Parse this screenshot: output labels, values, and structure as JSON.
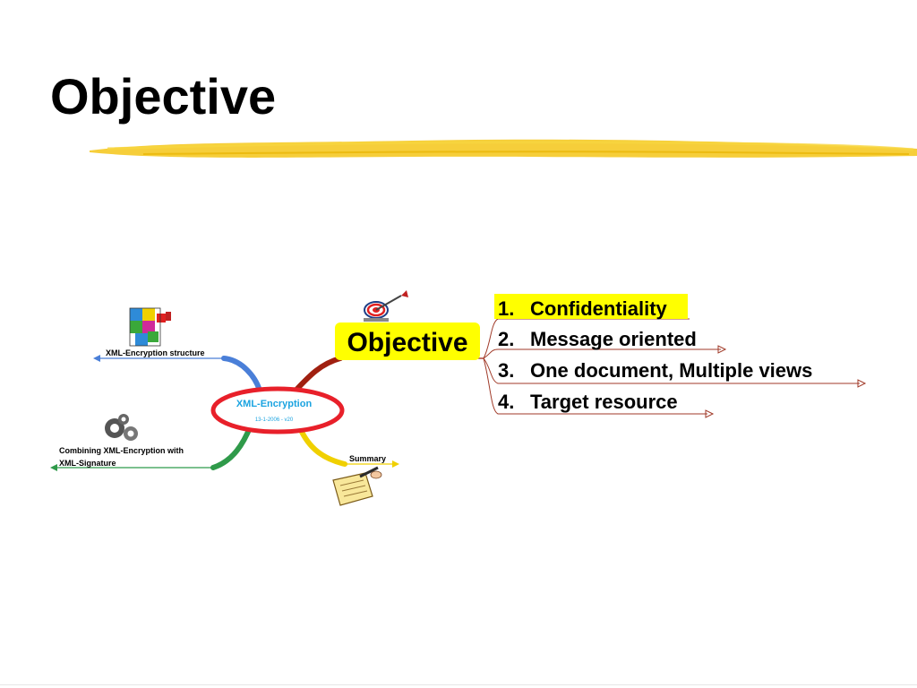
{
  "slide": {
    "title": "Objective"
  },
  "mindmap": {
    "center": {
      "title": "XML-Encryption",
      "subtitle": "13-1-2006 - v20"
    },
    "branches": {
      "structure": "XML-Encryption structure",
      "combining_line1": "Combining XML-Encryption with",
      "combining_line2": "XML-Signature",
      "summary": "Summary",
      "objective": "Objective"
    },
    "objectives": [
      {
        "num": "1.",
        "label": "Confidentiality",
        "highlighted": true
      },
      {
        "num": "2.",
        "label": "Message oriented",
        "highlighted": false
      },
      {
        "num": "3.",
        "label": "One document, Multiple views",
        "highlighted": false
      },
      {
        "num": "4.",
        "label": "Target resource",
        "highlighted": false
      }
    ],
    "icons": [
      "target-icon",
      "puzzle-icon",
      "gears-icon",
      "notepad-icon"
    ]
  },
  "colors": {
    "highlight": "#ffff00",
    "center_ring": "#e8202a",
    "center_text": "#1aa3e0",
    "underline": "#f5c518",
    "objective_lines": "#a03a28",
    "branch_blue": "#4a7fd8",
    "branch_green": "#2f9a4a",
    "branch_yellow": "#f0d000",
    "branch_red": "#a02010"
  }
}
